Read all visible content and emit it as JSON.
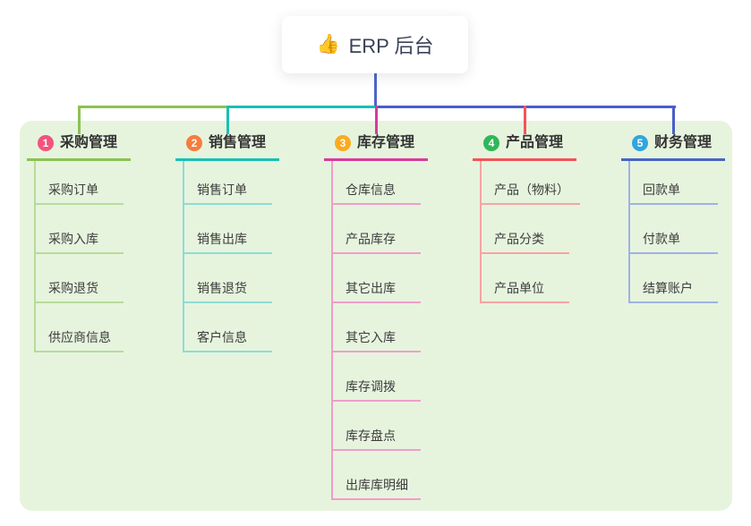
{
  "root": {
    "icon_glyph": "👍",
    "label": "ERP 后台"
  },
  "colors": {
    "panel_bg": "#e6f4de",
    "root_line": "#5065c8",
    "bus_blue": "#4a5ec8",
    "root_text": "#3b4256",
    "branch_title_text": "#333333",
    "child_text": "#3d3d3d"
  },
  "branches": [
    {
      "num": "1",
      "title": "采购管理",
      "line_color": "#8cc152",
      "child_line_color": "#b6dc99",
      "badge_color": "#f4537c",
      "children": [
        "采购订单",
        "采购入库",
        "采购退货",
        "供应商信息"
      ]
    },
    {
      "num": "2",
      "title": "销售管理",
      "line_color": "#1abfb4",
      "child_line_color": "#8edcd4",
      "badge_color": "#f67d3d",
      "children": [
        "销售订单",
        "销售出库",
        "销售退货",
        "客户信息"
      ]
    },
    {
      "num": "3",
      "title": "库存管理",
      "line_color": "#d93a9b",
      "child_line_color": "#f29cca",
      "badge_color": "#fbab1f",
      "children": [
        "仓库信息",
        "产品库存",
        "其它出库",
        "其它入库",
        "库存调拨",
        "库存盘点",
        "出库库明细"
      ]
    },
    {
      "num": "4",
      "title": "产品管理",
      "line_color": "#f2545b",
      "child_line_color": "#f8a3a4",
      "badge_color": "#2eb857",
      "children": [
        "产品（物料）",
        "产品分类",
        "产品单位"
      ]
    },
    {
      "num": "5",
      "title": "财务管理",
      "line_color": "#4467c4",
      "child_line_color": "#9fb2e3",
      "badge_color": "#31a5dd",
      "children": [
        "回款单",
        "付款单",
        "结算账户"
      ]
    }
  ]
}
